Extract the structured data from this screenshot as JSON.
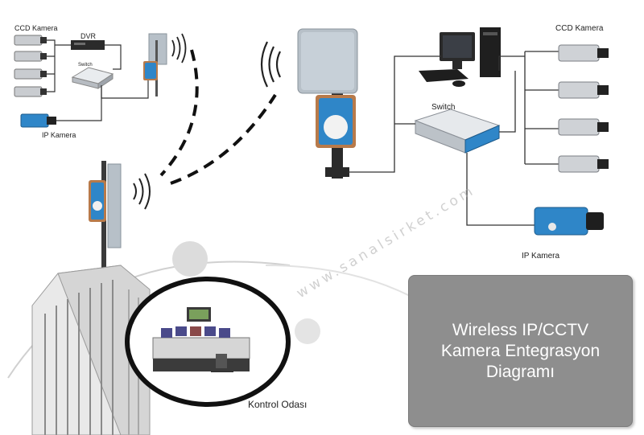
{
  "labels": {
    "ccd_left": "CCD Kamera",
    "dvr": "DVR",
    "switch_left": "Switch",
    "ip_left": "IP Kamera",
    "ccd_right": "CCD Kamera",
    "switch_right": "Switch",
    "ip_right": "IP Kamera",
    "control_room": "Kontrol Odası"
  },
  "title": {
    "line1": "Wireless IP/CCTV",
    "line2": "Kamera Entegrasyon",
    "line3": "Diagramı"
  },
  "watermark": "www.sanalsirket.com",
  "colors": {
    "title_box": "#8e8e8e",
    "unit_blue": "#2f86c8",
    "unit_copper": "#b87a4a",
    "antenna_gray": "#b7c0c8"
  }
}
